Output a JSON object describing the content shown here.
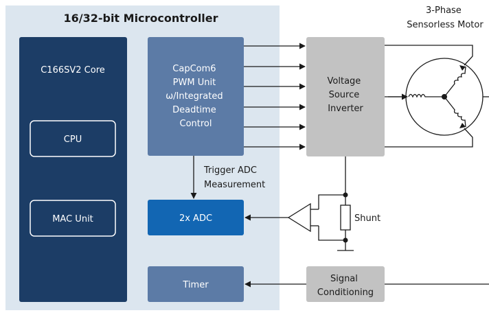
{
  "mcu": {
    "title": "16/32-bit Microcontroller",
    "core_label": "C166SV2 Core",
    "cpu_label": "CPU",
    "mac_label": "MAC Unit",
    "capcom_lines": [
      "CapCom6",
      "PWM Unit",
      "ω/Integrated",
      "Deadtime",
      "Control"
    ],
    "adc_label": "2x ADC",
    "timer_label": "Timer"
  },
  "external": {
    "vsi_lines": [
      "Voltage",
      "Source",
      "Inverter"
    ],
    "signal_lines": [
      "Signal",
      "Conditioning"
    ],
    "motor_lines": [
      "3-Phase",
      "Sensorless Motor"
    ],
    "shunt_label": "Shunt",
    "trigger_lines": [
      "Trigger ADC",
      "Measurement"
    ]
  },
  "colors": {
    "mcu_bg": "#dce6ef",
    "core_fill": "#1c3d66",
    "capcom_fill": "#5c7ba6",
    "adc_fill": "#1266b3",
    "timer_fill": "#5c7ba6",
    "gray_fill": "#c2c2c2",
    "line": "#1a1a1a"
  }
}
